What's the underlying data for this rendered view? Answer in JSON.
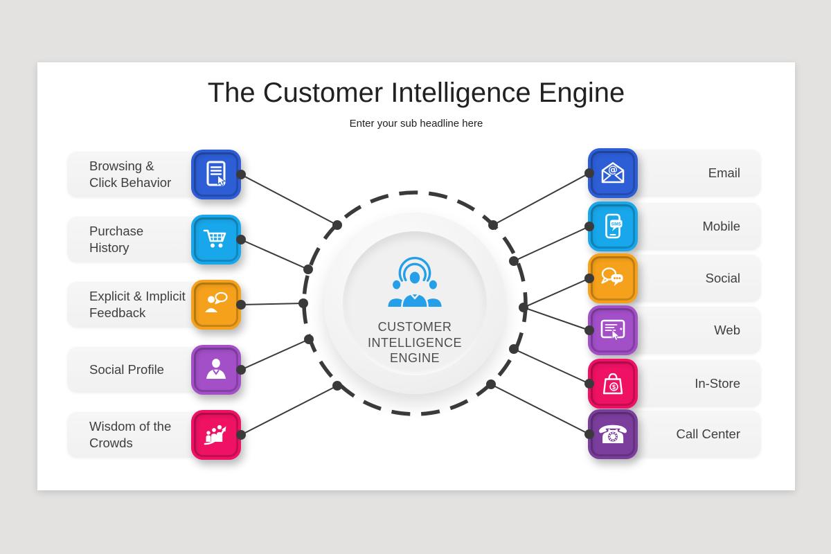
{
  "title": "The Customer Intelligence Engine",
  "subtitle": "Enter your sub headline here",
  "center": {
    "label": "CUSTOMER\nINTELLIGENCE\nENGINE",
    "icon": "customer-group-broadcast-icon"
  },
  "left_items": [
    {
      "label": "Browsing &\nClick Behavior",
      "icon": "tablet-click-icon",
      "color": "#2d5ed6"
    },
    {
      "label": "Purchase\nHistory",
      "icon": "shopping-cart-icon",
      "color": "#18a7ea"
    },
    {
      "label": "Explicit & Implicit\nFeedback",
      "icon": "person-feedback-icon",
      "color": "#f5a11b"
    },
    {
      "label": "Social Profile",
      "icon": "businessman-icon",
      "color": "#a24fc8"
    },
    {
      "label": "Wisdom of the\nCrowds",
      "icon": "growth-chart-icon",
      "color": "#ee1164"
    }
  ],
  "right_items": [
    {
      "label": "Email",
      "icon": "email-at-icon",
      "color": "#2d5ed6"
    },
    {
      "label": "Mobile",
      "icon": "sms-phone-icon",
      "color": "#18a7ea"
    },
    {
      "label": "Social",
      "icon": "chat-bubbles-icon",
      "color": "#f5a11b"
    },
    {
      "label": "Web",
      "icon": "tablet-touch-icon",
      "color": "#a24fc8"
    },
    {
      "label": "In-Store",
      "icon": "shopping-bag-icon",
      "color": "#ee1164"
    },
    {
      "label": "Call Center",
      "icon": "telephone-icon",
      "color": "#7c3e9d"
    }
  ],
  "colors": {
    "connector": "#3a3a3a",
    "background": "#e3e2e1",
    "slide": "#ffffff",
    "pill": "#f1f1f1",
    "title_text": "#212121",
    "label_text": "#3e3e3e",
    "center_text": "#4d4d4d",
    "center_icon": "#249fe8"
  }
}
